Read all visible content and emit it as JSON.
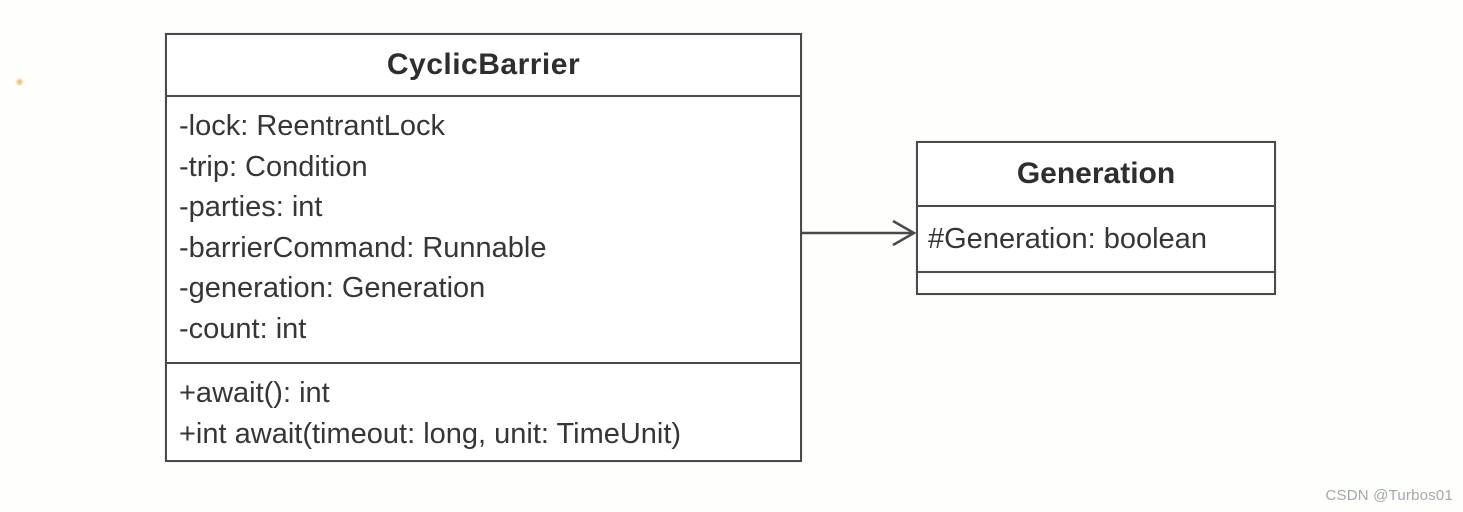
{
  "diagram": {
    "type": "uml-class-diagram",
    "classes": [
      {
        "name": "CyclicBarrier",
        "attributes": [
          "-lock: ReentrantLock",
          "-trip: Condition",
          "-parties: int",
          "-barrierCommand: Runnable",
          "-generation: Generation",
          "-count: int"
        ],
        "methods": [
          "+await(): int",
          "+int await(timeout: long, unit: TimeUnit)"
        ]
      },
      {
        "name": "Generation",
        "attributes": [
          "#Generation: boolean"
        ],
        "methods": []
      }
    ],
    "relation": {
      "from": "CyclicBarrier",
      "to": "Generation",
      "style": "open-arrowhead-association"
    }
  },
  "watermark": "CSDN @Turbos01",
  "colors": {
    "line": "#4a4a4a",
    "text": "#333333",
    "watermark": "#a3a8ad",
    "background": "#ffffff"
  }
}
